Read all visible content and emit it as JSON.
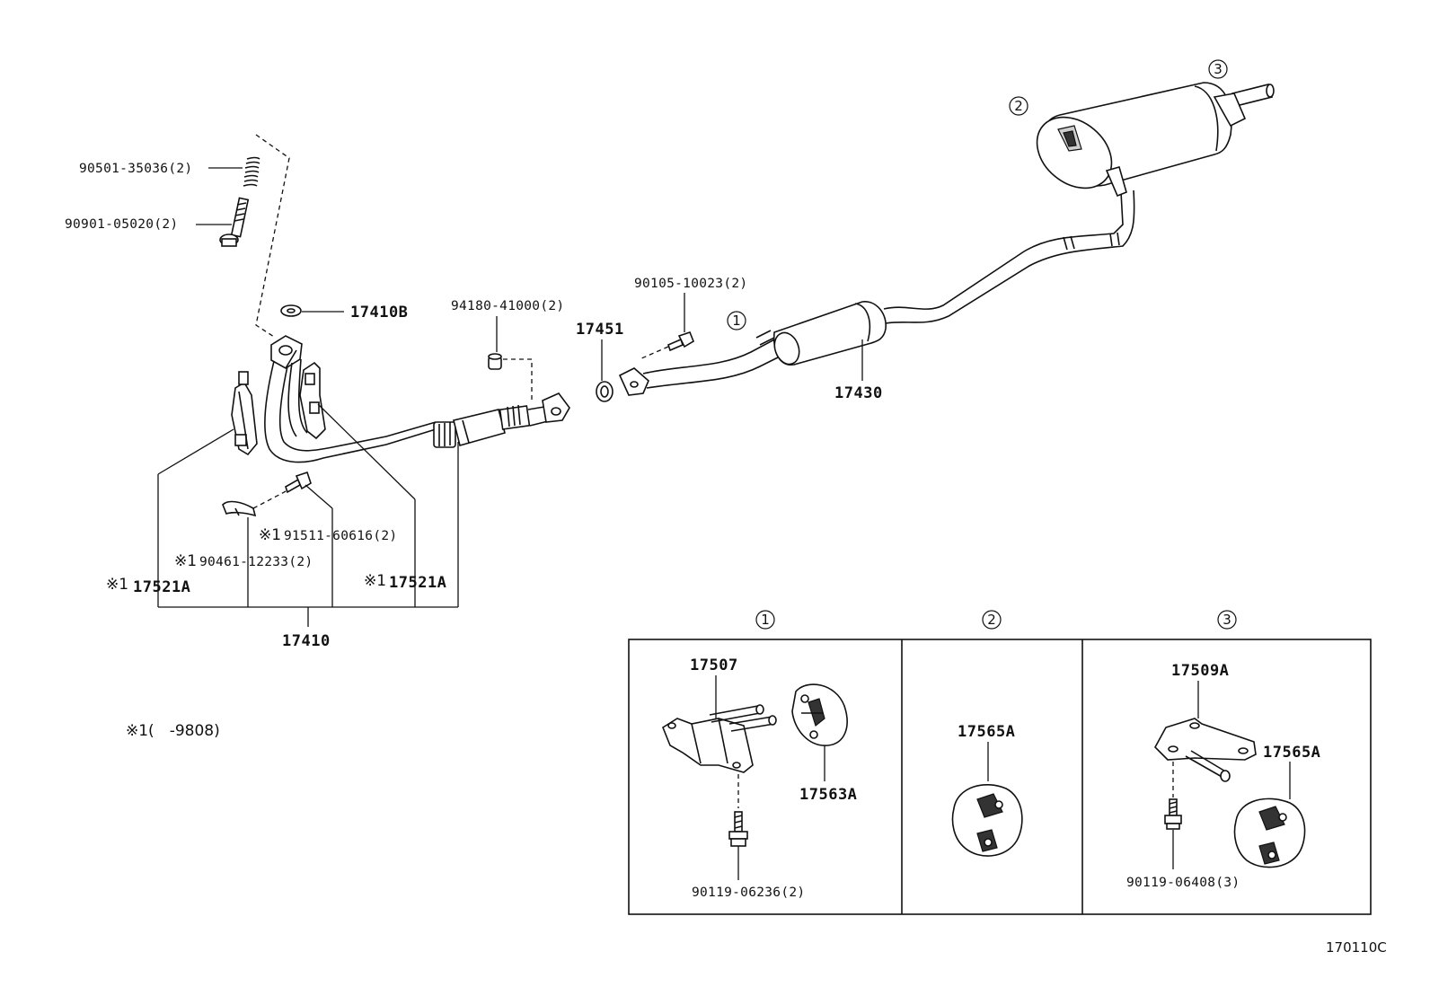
{
  "labels": {
    "spring": "90501-35036(2)",
    "bolt_spring": "90901-05020(2)",
    "gasket_17410b": "17410B",
    "nut_94180": "94180-41000(2)",
    "bolt_90105": "90105-10023(2)",
    "gasket_17451": "17451",
    "center_pipe": "17430",
    "front_pipe": "17410",
    "bracket_left": "17521A",
    "bracket_right": "17521A",
    "bolt_91511": "91511-60616(2)",
    "clamp_90461": "90461-12233(2)",
    "note_mark": "※1",
    "note_text": "※1(　-9808)",
    "diagram_code": "170110C"
  },
  "callouts": [
    "1",
    "2",
    "3"
  ],
  "detail_panels": [
    {
      "number": "1",
      "parts": [
        "17507",
        "17563A",
        "90119-06236(2)"
      ]
    },
    {
      "number": "2",
      "parts": [
        "17565A"
      ]
    },
    {
      "number": "3",
      "parts": [
        "17509A",
        "17565A",
        "90119-06408(3)"
      ]
    }
  ]
}
